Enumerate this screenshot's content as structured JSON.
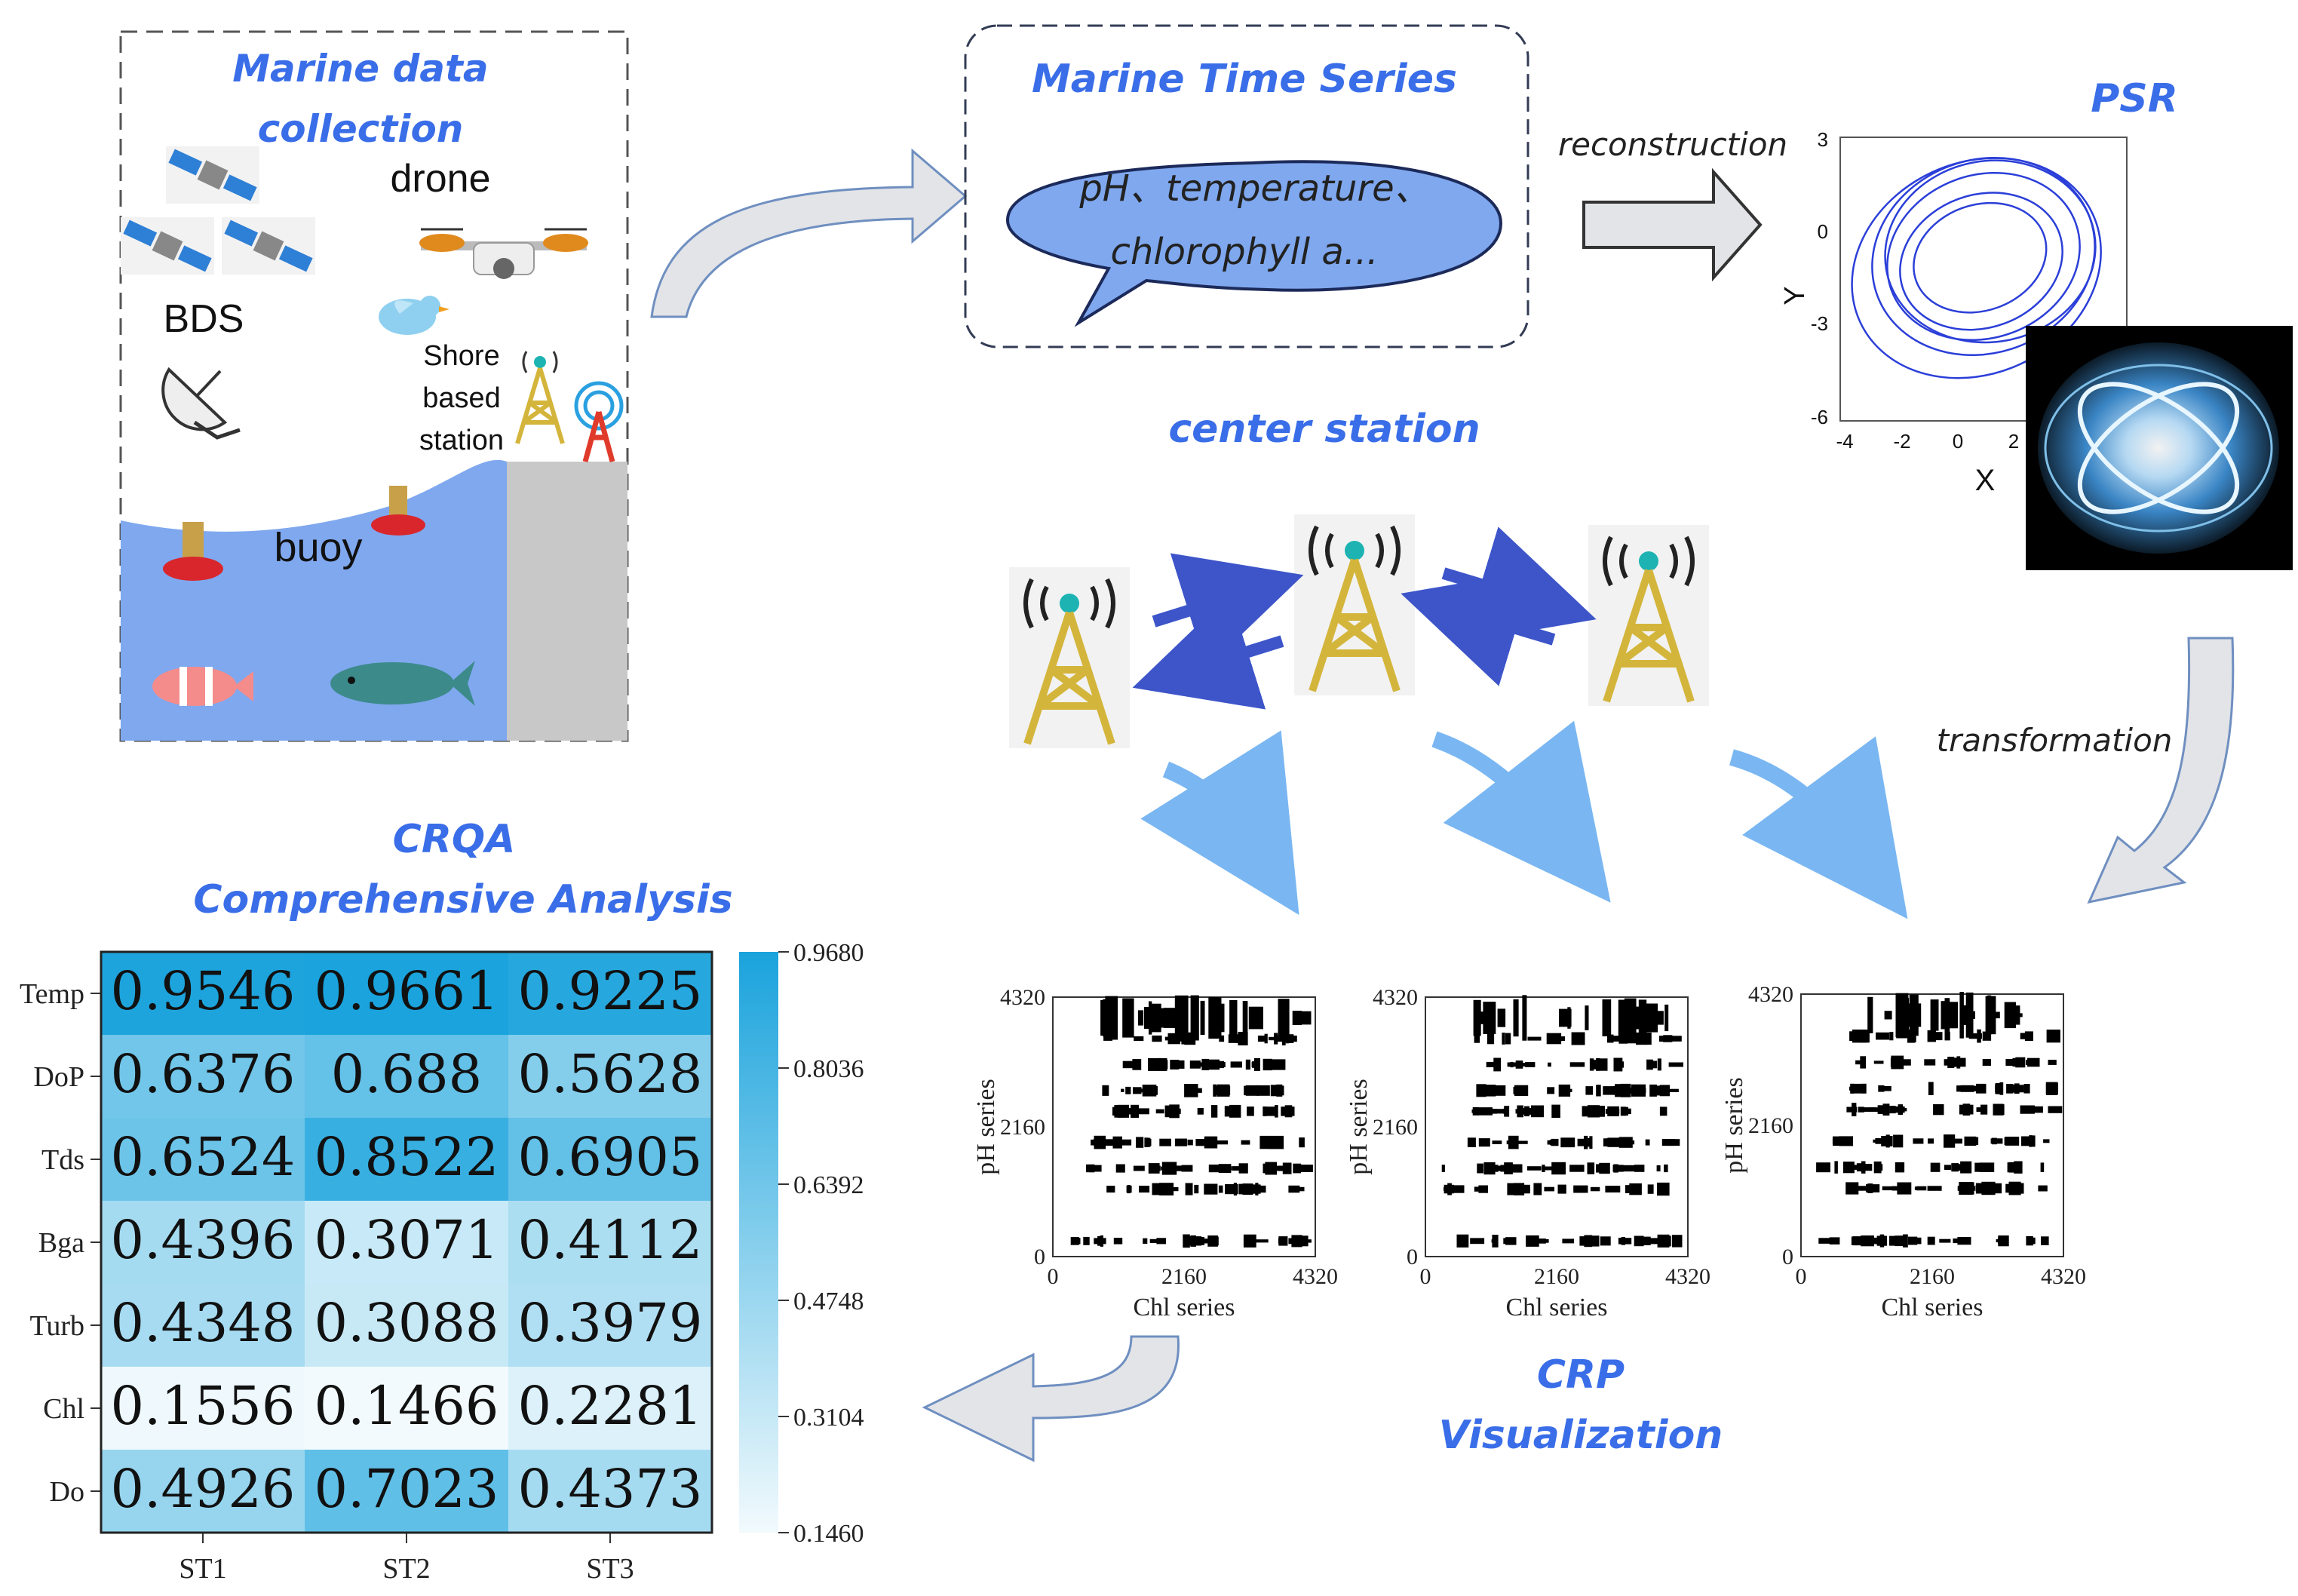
{
  "collection": {
    "title_line1": "Marine data",
    "title_line2": "collection",
    "drone_label": "drone",
    "bds_label": "BDS",
    "shore_line1": "Shore",
    "shore_line2": "based",
    "shore_line3": "station",
    "buoy_label": "buoy"
  },
  "timeseries": {
    "title": "Marine Time Series",
    "bubble_line1": "pH、temperature、",
    "bubble_line2": "chlorophyll a..."
  },
  "reconstruction_label": "reconstruction",
  "psr": {
    "title": "PSR",
    "ylabel": "Y",
    "xlabel": "X",
    "yticks": [
      "3",
      "0",
      "-3",
      "-6"
    ],
    "xticks": [
      "-4",
      "-2",
      "0",
      "2"
    ]
  },
  "center_station_title": "center station",
  "transformation_label": "transformation",
  "crp": {
    "title_line1": "CRP",
    "title_line2": "Visualization",
    "ylabel": "pH series",
    "xlabel": "Chl series",
    "ticks": [
      "0",
      "2160",
      "4320"
    ]
  },
  "crqa": {
    "title_line1": "CRQA",
    "title_line2": "Comprehensive Analysis"
  },
  "colors": {
    "title_blue": "#3a6ee8",
    "sea": "#7fa8ef",
    "tower_gold": "#d4b53c",
    "arrow_blue": "#3d55c9",
    "heat_low": "#f2fafd",
    "heat_high": "#1aa3dc"
  },
  "chart_data": {
    "type": "heatmap",
    "rows": [
      "Temp",
      "DoP",
      "Tds",
      "Bga",
      "Turb",
      "Chl",
      "Do"
    ],
    "columns": [
      "ST1",
      "ST2",
      "ST3"
    ],
    "values": [
      [
        "0.9546",
        "0.9661",
        "0.9225"
      ],
      [
        "0.6376",
        "0.688",
        "0.5628"
      ],
      [
        "0.6524",
        "0.8522",
        "0.6905"
      ],
      [
        "0.4396",
        "0.3071",
        "0.4112"
      ],
      [
        "0.4348",
        "0.3088",
        "0.3979"
      ],
      [
        "0.1556",
        "0.1466",
        "0.2281"
      ],
      [
        "0.4926",
        "0.7023",
        "0.4373"
      ]
    ],
    "colorbar_ticks": [
      "0.9680",
      "0.8036",
      "0.6392",
      "0.4748",
      "0.3104",
      "0.1460"
    ],
    "range": [
      0.146,
      0.968
    ]
  }
}
